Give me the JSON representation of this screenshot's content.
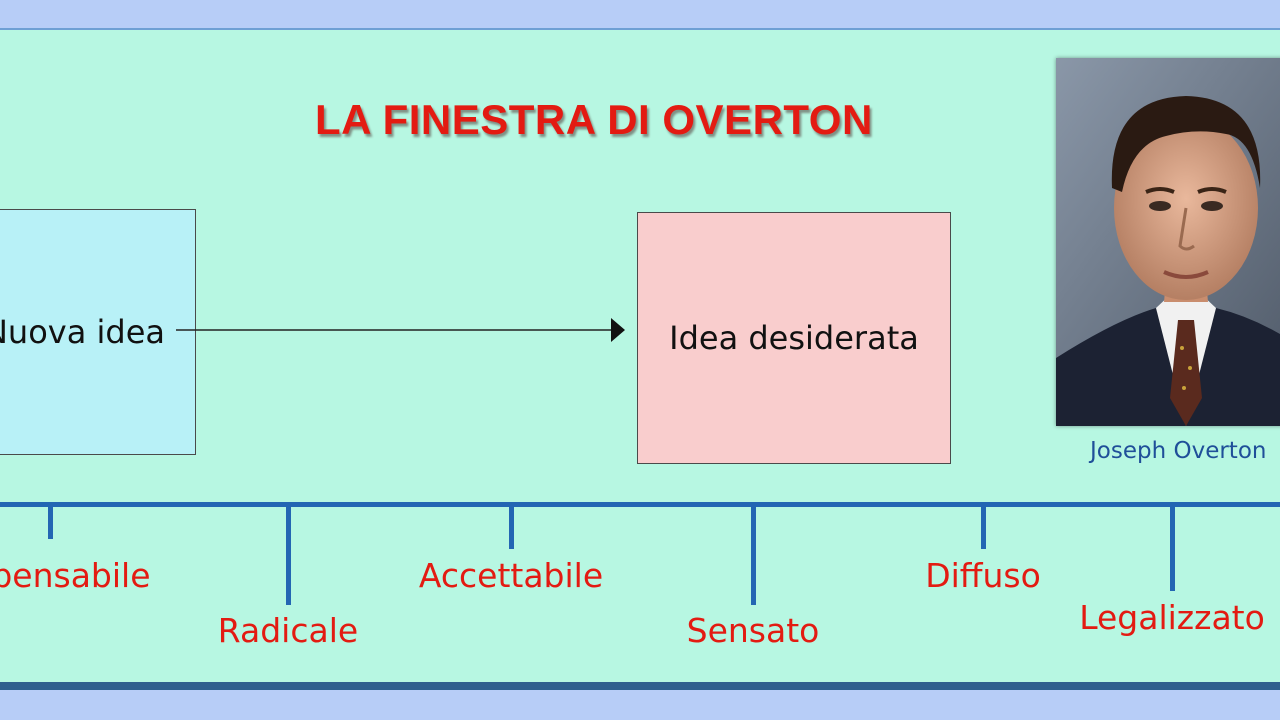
{
  "title": "LA FINESTRA DI OVERTON",
  "boxes": {
    "new_idea": "Nuova idea",
    "desired_idea": "Idea desiderata"
  },
  "portrait": {
    "caption": "Joseph Overton"
  },
  "scale": [
    {
      "label": "Impensabile"
    },
    {
      "label": "Radicale"
    },
    {
      "label": "Accettabile"
    },
    {
      "label": "Sensato"
    },
    {
      "label": "Diffuso"
    },
    {
      "label": "Legalizzato"
    }
  ],
  "colors": {
    "background": "#b7cdf7",
    "panel": "#b7f7e2",
    "title": "#e31b12",
    "scale_line": "#2366b3",
    "new_idea_box": "#b8f1f7",
    "desired_idea_box": "#f9cdcd"
  }
}
